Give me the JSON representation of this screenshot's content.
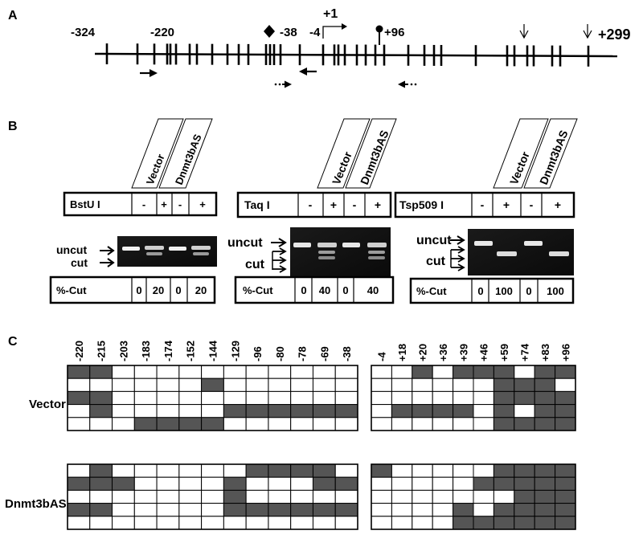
{
  "panel_labels": {
    "a": "A",
    "b": "B",
    "c": "C"
  },
  "panel_a": {
    "positions": {
      "p324": "-324",
      "p220": "-220",
      "p38": "-38",
      "p4": "-4",
      "plus1": "+1",
      "p96": "+96",
      "p299": "+299"
    }
  },
  "panel_b": {
    "samples": [
      "Vector",
      "Dnmt3bAS"
    ],
    "uncut_label": "uncut",
    "cut_label": "cut",
    "pct_label": "%-Cut",
    "gels": [
      {
        "enzyme": "BstU I",
        "signs": [
          "-",
          "+",
          "-",
          "+"
        ],
        "pct": [
          "0",
          "20",
          "0",
          "20"
        ]
      },
      {
        "enzyme": "Taq I",
        "signs": [
          "-",
          "+",
          "-",
          "+"
        ],
        "pct": [
          "0",
          "40",
          "0",
          "40"
        ]
      },
      {
        "enzyme": "Tsp509 I",
        "signs": [
          "-",
          "+",
          "-",
          "+"
        ],
        "pct": [
          "0",
          "100",
          "0",
          "100"
        ]
      }
    ]
  },
  "panel_c": {
    "left_sites": [
      "-220",
      "-215",
      "-203",
      "-183",
      "-174",
      "-152",
      "-144",
      "-129",
      "-96",
      "-80",
      "-78",
      "-69",
      "-38"
    ],
    "right_sites": [
      "-4",
      "+18",
      "+20",
      "+36",
      "+39",
      "+46",
      "+59",
      "+74",
      "+83",
      "+96"
    ],
    "groups": [
      {
        "name": "Vector",
        "left": [
          [
            1,
            1,
            0,
            0,
            0,
            0,
            0,
            0,
            0,
            0,
            0,
            0,
            0
          ],
          [
            0,
            0,
            0,
            0,
            0,
            0,
            1,
            0,
            0,
            0,
            0,
            0,
            0
          ],
          [
            1,
            1,
            0,
            0,
            0,
            0,
            0,
            0,
            0,
            0,
            0,
            0,
            0
          ],
          [
            0,
            1,
            0,
            0,
            0,
            0,
            0,
            1,
            1,
            1,
            1,
            1,
            1
          ],
          [
            0,
            0,
            0,
            1,
            1,
            1,
            1,
            0,
            0,
            0,
            0,
            0,
            0
          ]
        ],
        "right": [
          [
            0,
            0,
            1,
            0,
            1,
            1,
            1,
            0,
            1,
            1
          ],
          [
            0,
            0,
            0,
            0,
            0,
            0,
            1,
            1,
            1,
            0
          ],
          [
            0,
            0,
            0,
            0,
            0,
            0,
            1,
            1,
            1,
            1
          ],
          [
            0,
            1,
            1,
            1,
            1,
            0,
            1,
            0,
            1,
            1
          ],
          [
            0,
            0,
            0,
            0,
            0,
            0,
            1,
            1,
            1,
            1
          ]
        ]
      },
      {
        "name": "Dnmt3bAS",
        "left": [
          [
            0,
            1,
            0,
            0,
            0,
            0,
            0,
            0,
            1,
            1,
            1,
            1,
            0
          ],
          [
            1,
            1,
            1,
            0,
            0,
            0,
            0,
            1,
            0,
            0,
            0,
            1,
            1
          ],
          [
            0,
            0,
            0,
            0,
            0,
            0,
            0,
            1,
            0,
            0,
            0,
            0,
            0
          ],
          [
            1,
            1,
            0,
            0,
            0,
            0,
            0,
            1,
            1,
            1,
            1,
            1,
            1
          ],
          [
            0,
            0,
            0,
            0,
            0,
            0,
            0,
            0,
            0,
            0,
            0,
            0,
            0
          ]
        ],
        "right": [
          [
            1,
            0,
            0,
            0,
            0,
            0,
            1,
            1,
            1,
            1
          ],
          [
            0,
            0,
            0,
            0,
            0,
            1,
            1,
            1,
            1,
            1
          ],
          [
            0,
            0,
            0,
            0,
            0,
            0,
            0,
            1,
            1,
            1
          ],
          [
            0,
            0,
            0,
            0,
            1,
            0,
            1,
            1,
            1,
            1
          ],
          [
            0,
            0,
            0,
            0,
            1,
            1,
            1,
            1,
            1,
            1
          ]
        ]
      }
    ],
    "colors": {
      "methylated": "#555555",
      "unmethylated": "#ffffff"
    }
  }
}
